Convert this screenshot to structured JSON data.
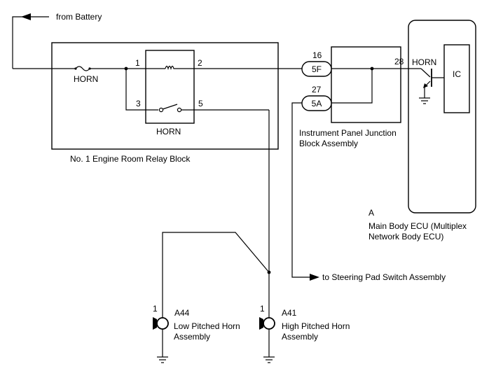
{
  "arrows": {
    "from_battery": "from Battery",
    "to_steering_pad": "to Steering Pad Switch Assembly"
  },
  "relay_block": {
    "title": "No. 1 Engine Room Relay Block",
    "fuse_label": "HORN",
    "relay_label": "HORN",
    "pins": {
      "p1": "1",
      "p2": "2",
      "p3": "3",
      "p5": "5"
    }
  },
  "junction": {
    "title_line1": "Instrument Panel Junction",
    "title_line2": "Block Assembly",
    "connectors": [
      {
        "pin": "16",
        "code": "5F"
      },
      {
        "pin": "27",
        "code": "5A"
      }
    ]
  },
  "ecu": {
    "code": "A",
    "title_line1": "Main Body ECU (Multiplex",
    "title_line2": "Network Body ECU)",
    "pin": "28",
    "signal": "HORN",
    "ic_label": "IC"
  },
  "horns": [
    {
      "pin": "1",
      "code": "A44",
      "name_line1": "Low Pitched Horn",
      "name_line2": "Assembly"
    },
    {
      "pin": "1",
      "code": "A41",
      "name_line1": "High Pitched Horn",
      "name_line2": "Assembly"
    }
  ],
  "colors": {
    "line": "#000000",
    "background": "#ffffff"
  }
}
